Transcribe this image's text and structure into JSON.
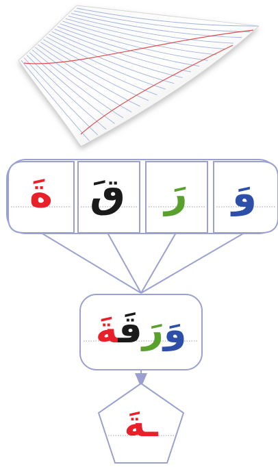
{
  "illustration": {
    "name": "lined paper sheet",
    "icon": "lined-paper-icon"
  },
  "colors": {
    "frame": "#9aa0d0",
    "frame_fill": "#ffffff",
    "dotted_line": "#9a9a9a",
    "red": "#e8202a",
    "black": "#1a1a1a",
    "green": "#5aa02c",
    "blue": "#2e4fa8",
    "paper_lines": "#9fb0e0",
    "paper_margin": "#e24a4a"
  },
  "letters": [
    {
      "char": "ةَ",
      "color": "red"
    },
    {
      "char": "قَ",
      "color": "black"
    },
    {
      "char": "رَ",
      "color": "green"
    },
    {
      "char": "وَ",
      "color": "blue"
    }
  ],
  "word": {
    "parts": [
      {
        "char": "وَ",
        "color": "blue"
      },
      {
        "char": "رَ",
        "color": "green"
      },
      {
        "char": "قَ",
        "color": "black"
      },
      {
        "char": "ةَ",
        "color": "red"
      }
    ]
  },
  "highlight": {
    "char": "ـةَ",
    "color": "red"
  }
}
